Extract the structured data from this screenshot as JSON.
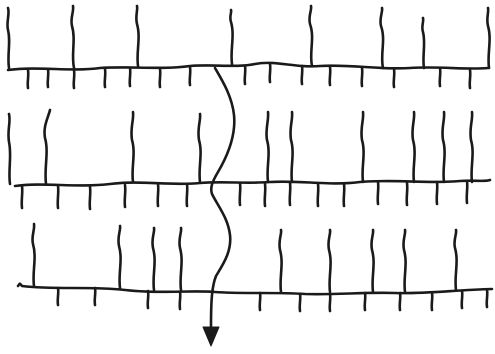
{
  "diagram": {
    "kind": "hand-drawn line sketch",
    "stroke_color": "#1a1a1a",
    "background": "#ffffff",
    "bands": [
      {
        "id": "top",
        "up_lines": 8,
        "down_ticks": 14
      },
      {
        "id": "middle",
        "up_lines": 10,
        "down_ticks": 14
      },
      {
        "id": "bottom",
        "up_lines": 9,
        "down_ticks": 12
      }
    ],
    "crossing_line": {
      "direction": "down",
      "terminates_with": "arrowhead"
    },
    "icons": [
      "arrowhead-down-icon"
    ]
  }
}
